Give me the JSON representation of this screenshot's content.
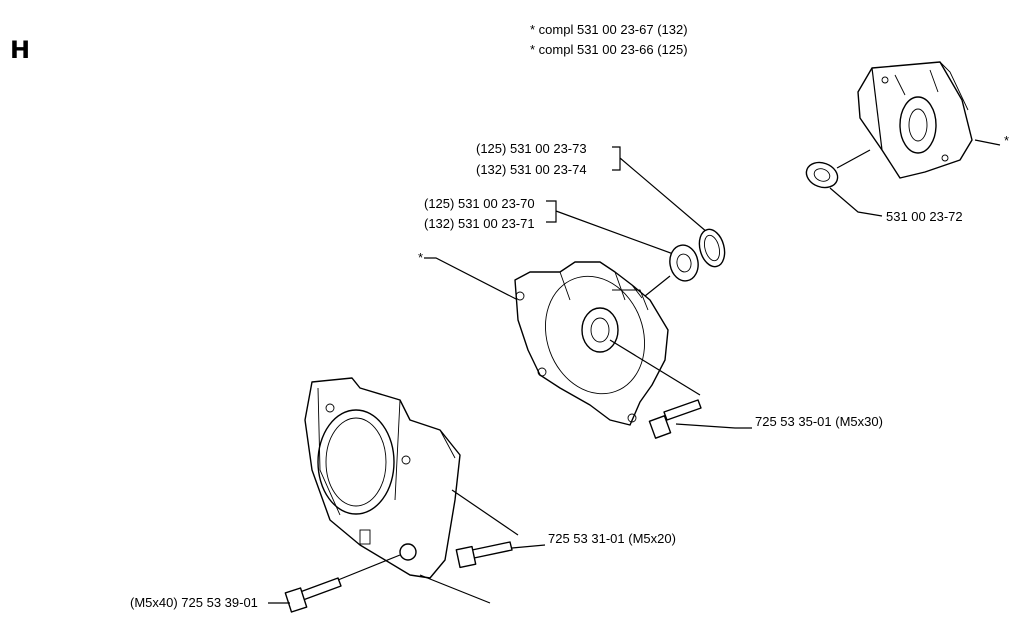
{
  "section_letter": "H",
  "header_lines": [
    "*  compl 531 00 23-67 (132)",
    "*  compl 531 00 23-66 (125)"
  ],
  "labels": {
    "circlip_125": "(125) 531 00 23-73",
    "circlip_132": "(132) 531 00 23-74",
    "bearing_125": "(125) 531 00 23-70",
    "bearing_132": "(132) 531 00 23-71",
    "bearing_right": "531 00 23-72",
    "screw_m5x30": "725 53 35-01 (M5x30)",
    "screw_m5x20": "725 53 31-01 (M5x20)",
    "screw_m5x40": "(M5x40) 725 53 39-01",
    "star_right": "*",
    "star_left": "*"
  },
  "colors": {
    "ink": "#000000",
    "paper": "#ffffff"
  }
}
